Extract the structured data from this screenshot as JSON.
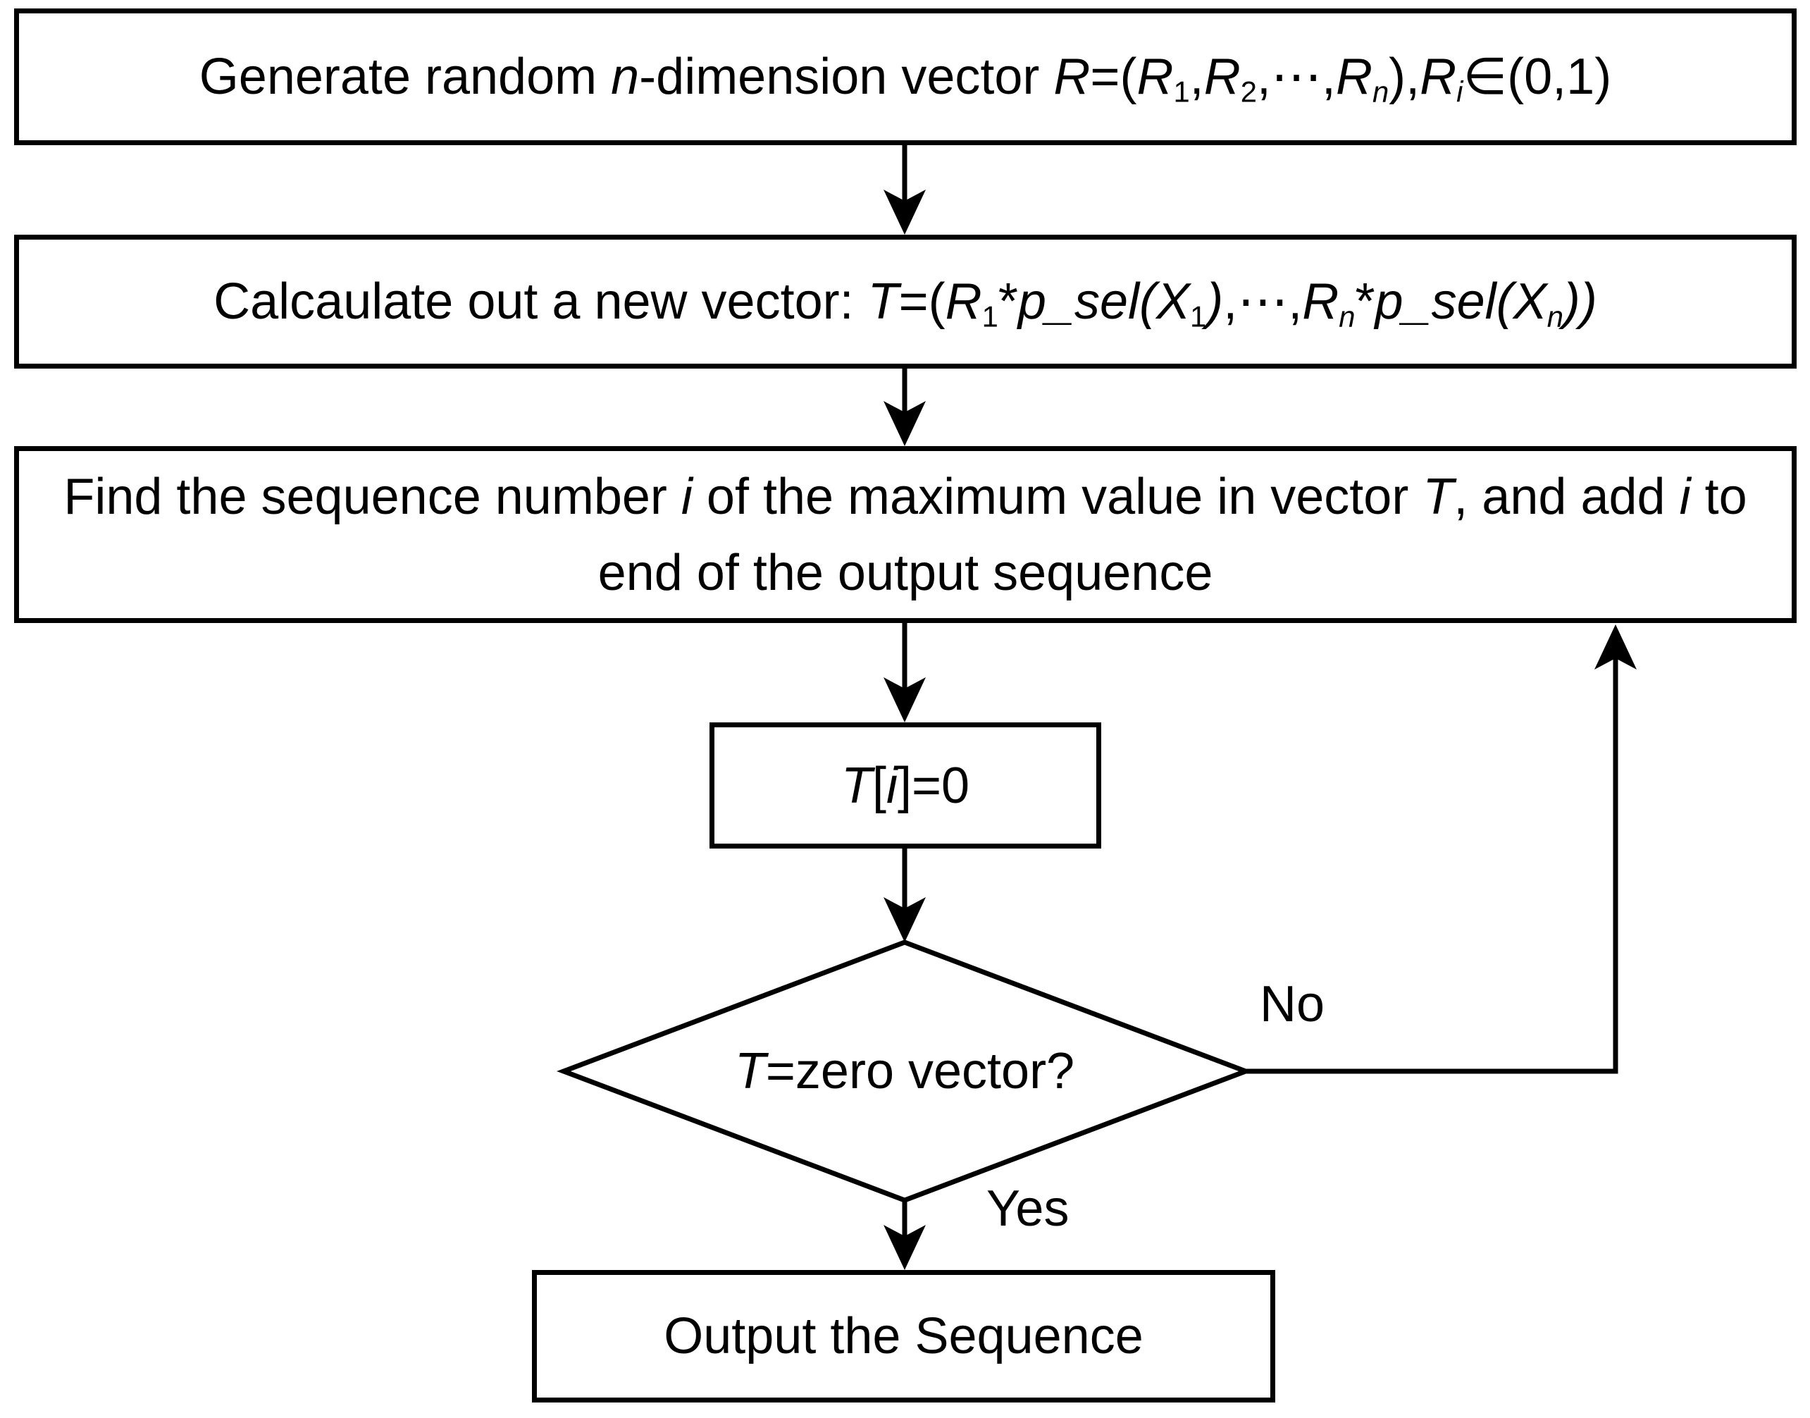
{
  "colors": {
    "background": "#ffffff",
    "line": "#000000",
    "text": "#000000",
    "node_fill": "#ffffff"
  },
  "flowchart": {
    "nodes": {
      "generate": {
        "type": "process",
        "text": "Generate random n-dimension vector R=(R₁,R₂,⋯,Rₙ),Rᵢ∈(0,1)",
        "segments": [
          {
            "t": "Generate random "
          },
          {
            "t": "n",
            "i": 1
          },
          {
            "t": "-dimension vector "
          },
          {
            "t": "R",
            "i": 1
          },
          {
            "t": "=("
          },
          {
            "t": "R",
            "i": 1
          },
          {
            "t": "1",
            "sub": 1
          },
          {
            "t": ","
          },
          {
            "t": "R",
            "i": 1
          },
          {
            "t": "2",
            "sub": 1
          },
          {
            "t": ",⋯,"
          },
          {
            "t": "R",
            "i": 1
          },
          {
            "t": "n",
            "i": 1,
            "sub": 1
          },
          {
            "t": "),"
          },
          {
            "t": "R",
            "i": 1
          },
          {
            "t": "i",
            "i": 1,
            "sub": 1
          },
          {
            "t": "∈(0,1)"
          }
        ]
      },
      "calculate": {
        "type": "process",
        "text": "Calcaulate out a new vector: T=(R₁*p_sel(X₁),⋯,Rₙ*p_sel(Xₙ))",
        "segments": [
          {
            "t": "Calcaulate out a new vector: "
          },
          {
            "t": "T",
            "i": 1
          },
          {
            "t": "=("
          },
          {
            "t": "R",
            "i": 1
          },
          {
            "t": "1",
            "sub": 1
          },
          {
            "t": "*"
          },
          {
            "t": "p_sel",
            "i": 1
          },
          {
            "t": "(",
            "i": 1
          },
          {
            "t": "X",
            "i": 1
          },
          {
            "t": "1",
            "sub": 1
          },
          {
            "t": ")",
            "i": 1
          },
          {
            "t": ",⋯,"
          },
          {
            "t": "R",
            "i": 1
          },
          {
            "t": "n",
            "i": 1,
            "sub": 1
          },
          {
            "t": "*"
          },
          {
            "t": "p_sel",
            "i": 1
          },
          {
            "t": "(",
            "i": 1
          },
          {
            "t": "X",
            "i": 1
          },
          {
            "t": "n",
            "i": 1,
            "sub": 1
          },
          {
            "t": "))",
            "i": 1
          }
        ]
      },
      "find_max": {
        "type": "process",
        "text": "Find the sequence number i of the maximum value in vector T, and add i to end of the output sequence",
        "segments": [
          {
            "t": "Find the sequence number "
          },
          {
            "t": "i",
            "i": 1
          },
          {
            "t": " of the maximum value in vector "
          },
          {
            "t": "T",
            "i": 1
          },
          {
            "t": ", and add "
          },
          {
            "t": "i",
            "i": 1
          },
          {
            "t": " to end of the output sequence"
          }
        ]
      },
      "reset": {
        "type": "process",
        "text": "T[i]=0",
        "segments": [
          {
            "t": "T",
            "i": 1
          },
          {
            "t": "["
          },
          {
            "t": "i",
            "i": 1
          },
          {
            "t": "]=0"
          }
        ]
      },
      "decision": {
        "type": "decision",
        "text": "T=zero vector?",
        "segments": [
          {
            "t": "T",
            "i": 1
          },
          {
            "t": "=zero vector?"
          }
        ]
      },
      "output": {
        "type": "process",
        "text": "Output the Sequence",
        "segments": [
          {
            "t": "Output the Sequence"
          }
        ]
      }
    },
    "edge_labels": {
      "no": "No",
      "yes": "Yes"
    }
  }
}
